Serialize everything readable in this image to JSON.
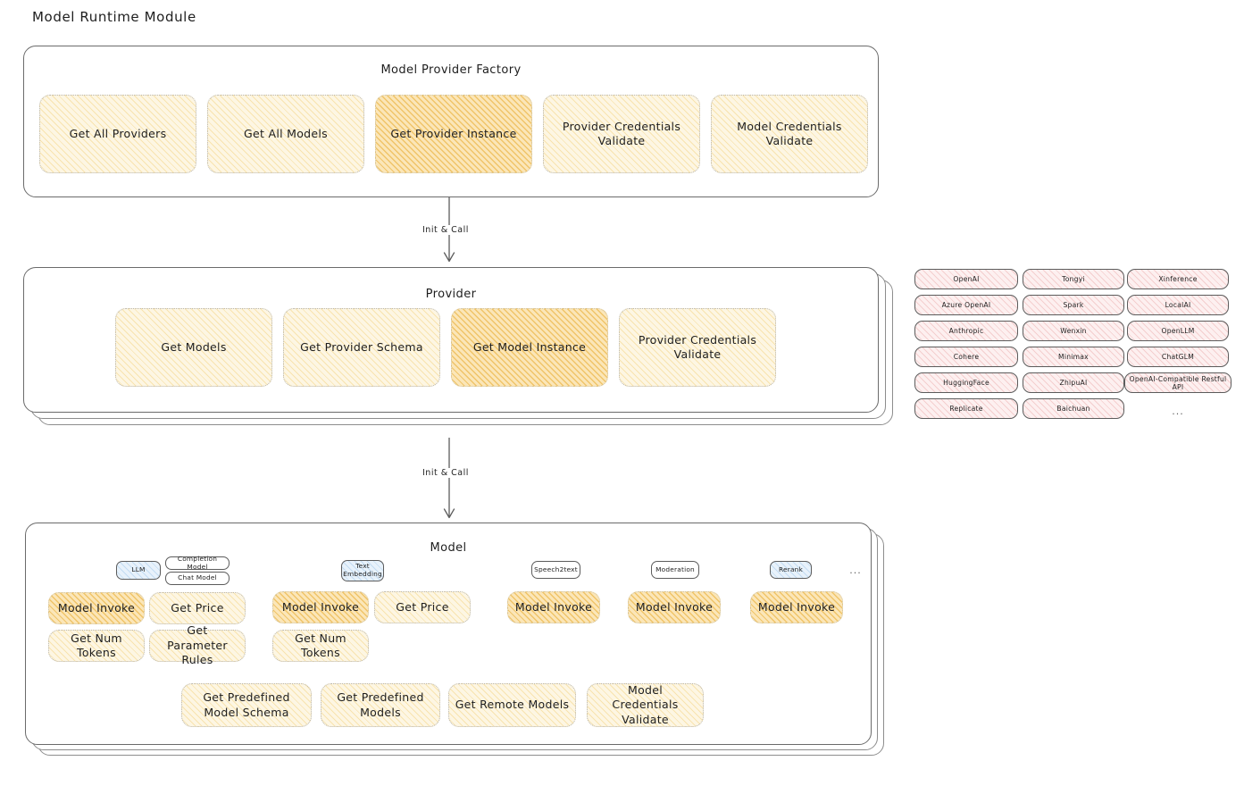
{
  "page": {
    "title": "Model Runtime Module"
  },
  "factory": {
    "title": "Model Provider Factory",
    "boxes": [
      {
        "label": "Get All Providers",
        "style": "light"
      },
      {
        "label": "Get All Models",
        "style": "light"
      },
      {
        "label": "Get Provider Instance",
        "style": "strong"
      },
      {
        "label": "Provider Credentials Validate",
        "style": "light"
      },
      {
        "label": "Model Credentials Validate",
        "style": "light"
      }
    ]
  },
  "arrows": [
    {
      "label": "Init & Call"
    },
    {
      "label": "Init & Call"
    }
  ],
  "provider": {
    "title": "Provider",
    "boxes": [
      {
        "label": "Get Models",
        "style": "light"
      },
      {
        "label": "Get Provider Schema",
        "style": "light"
      },
      {
        "label": "Get Model Instance",
        "style": "strong"
      },
      {
        "label": "Provider Credentials Validate",
        "style": "light"
      }
    ]
  },
  "provider_list": {
    "columns": [
      [
        "OpenAI",
        "Azure OpenAI",
        "Anthropic",
        "Cohere",
        "HuggingFace",
        "Replicate"
      ],
      [
        "Tongyi",
        "Spark",
        "Wenxin",
        "Minimax",
        "ZhipuAI",
        "Baichuan"
      ],
      [
        "Xinference",
        "LocalAI",
        "OpenLLM",
        "ChatGLM",
        "OpenAI-Compatible Restful API"
      ]
    ],
    "more": "..."
  },
  "model": {
    "title": "Model",
    "more": "...",
    "groups": [
      {
        "tags": [
          "LLM"
        ],
        "subtags": [
          "Completion Model",
          "Chat Model"
        ],
        "boxes": [
          {
            "label": "Model Invoke",
            "style": "strong"
          },
          {
            "label": "Get Price",
            "style": "light"
          },
          {
            "label": "Get Num Tokens",
            "style": "light"
          },
          {
            "label": "Get Parameter Rules",
            "style": "light"
          }
        ]
      },
      {
        "tags": [
          "Text Embedding"
        ],
        "subtags": [],
        "boxes": [
          {
            "label": "Model Invoke",
            "style": "strong"
          },
          {
            "label": "Get Price",
            "style": "light"
          },
          {
            "label": "Get Num Tokens",
            "style": "light"
          }
        ]
      },
      {
        "tags": [
          "Speech2text"
        ],
        "subtags": [],
        "boxes": [
          {
            "label": "Model Invoke",
            "style": "strong"
          }
        ]
      },
      {
        "tags": [
          "Moderation"
        ],
        "subtags": [],
        "boxes": [
          {
            "label": "Model Invoke",
            "style": "strong"
          }
        ]
      },
      {
        "tags": [
          "Rerank"
        ],
        "subtags": [],
        "boxes": [
          {
            "label": "Model Invoke",
            "style": "strong"
          }
        ]
      }
    ],
    "common_boxes": [
      {
        "label": "Get Predefined Model Schema",
        "style": "light"
      },
      {
        "label": "Get Predefined Models",
        "style": "light"
      },
      {
        "label": "Get Remote Models",
        "style": "light"
      },
      {
        "label": "Model Credentials Validate",
        "style": "light"
      }
    ]
  },
  "colors": {
    "strong_fill": "#fbe6b8",
    "light_fill": "#fdf6e3",
    "provider_chip": "#fdf0f0",
    "tag_blue": "#e8f2fb",
    "stroke": "#1e1e1e"
  }
}
